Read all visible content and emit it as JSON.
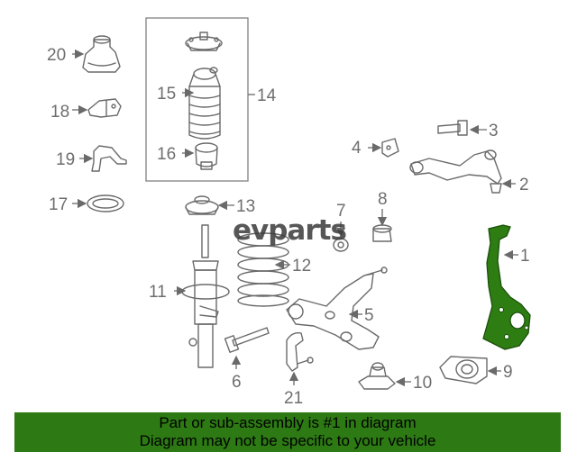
{
  "parts": [
    {
      "id": "p1",
      "label": "1"
    },
    {
      "id": "p2",
      "label": "2"
    },
    {
      "id": "p3",
      "label": "3"
    },
    {
      "id": "p4",
      "label": "4"
    },
    {
      "id": "p5",
      "label": "5"
    },
    {
      "id": "p6",
      "label": "6"
    },
    {
      "id": "p7",
      "label": "7"
    },
    {
      "id": "p8",
      "label": "8"
    },
    {
      "id": "p9",
      "label": "9"
    },
    {
      "id": "p10",
      "label": "10"
    },
    {
      "id": "p11",
      "label": "11"
    },
    {
      "id": "p12",
      "label": "12"
    },
    {
      "id": "p13",
      "label": "13"
    },
    {
      "id": "p14",
      "label": "14"
    },
    {
      "id": "p15",
      "label": "15"
    },
    {
      "id": "p16",
      "label": "16"
    },
    {
      "id": "p17",
      "label": "17"
    },
    {
      "id": "p18",
      "label": "18"
    },
    {
      "id": "p19",
      "label": "19"
    },
    {
      "id": "p20",
      "label": "20"
    },
    {
      "id": "p21",
      "label": "21"
    }
  ],
  "highlighted_part": "1",
  "colors": {
    "highlight": "#2e7d12",
    "banner": "#2d7a14",
    "lines": "#6a6a6a"
  },
  "watermark": {
    "logo": "evparts"
  },
  "footer": {
    "line1": "Part or sub-assembly is #1 in diagram",
    "line2": "Diagram may not be specific to your vehicle"
  }
}
